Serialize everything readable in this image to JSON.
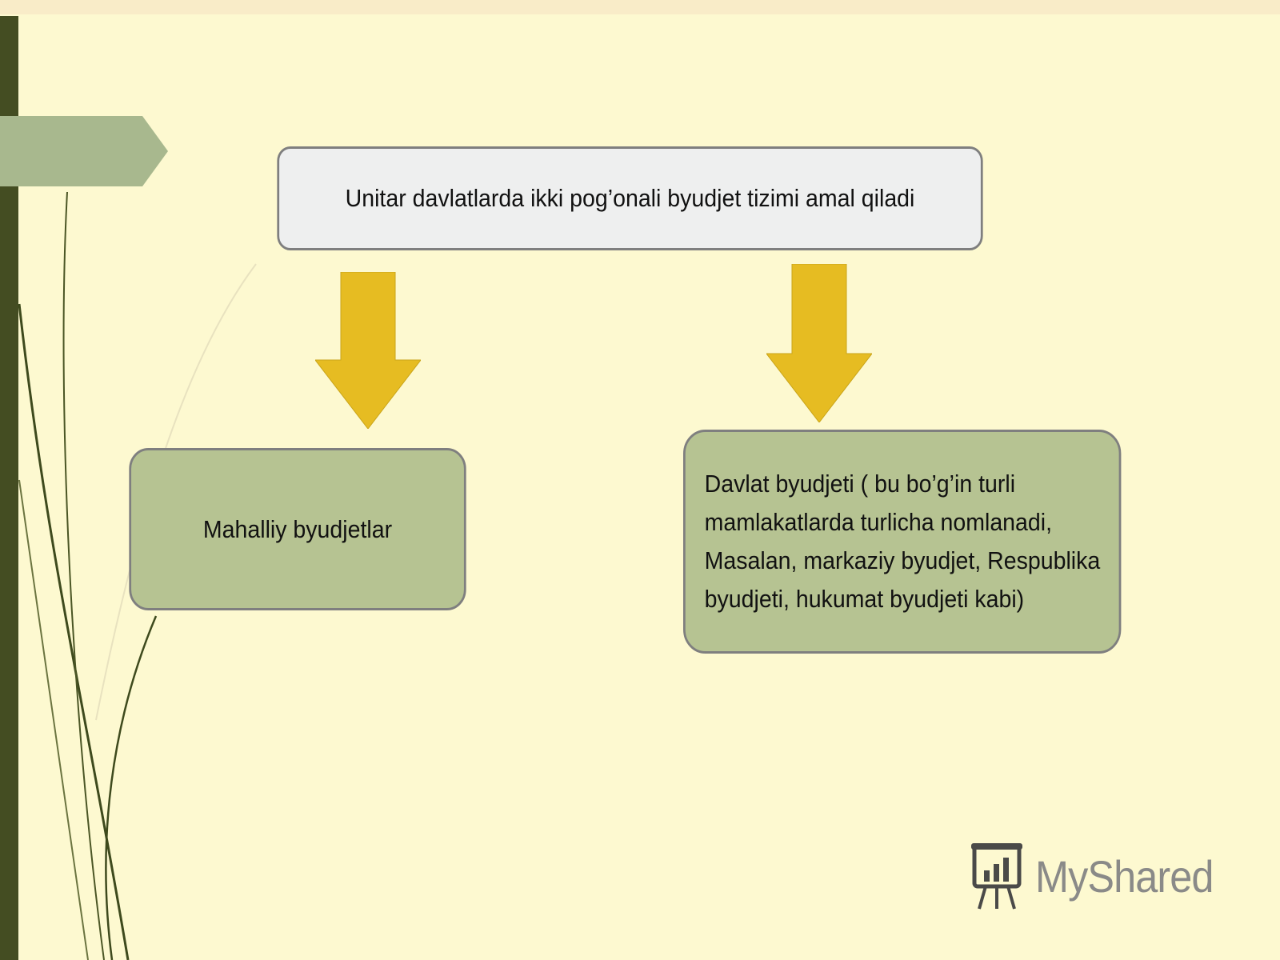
{
  "diagram": {
    "top_box": "Unitar davlatlarda ikki pog’onali byudjet tizimi amal qiladi",
    "left_box": "Mahalliy byudjetlar",
    "right_box_lines": [
      "Davlat byudjeti ( bu bo’g’in turli",
      "mamlakatlarda turlicha nomlanadi,",
      "Masalan, markaziy byudjet, Respublika",
      "byudjeti, hukumat byudjeti kabi)"
    ]
  },
  "watermark": {
    "text": "MyShared",
    "icon": "presentation-board-icon"
  },
  "colors": {
    "background": "#fdf9d0",
    "left_bar": "#444d22",
    "tab": "#a8b88e",
    "top_box_fill": "#eeefef",
    "child_box_fill": "#b6c392",
    "arrow": "#e6bc22"
  }
}
